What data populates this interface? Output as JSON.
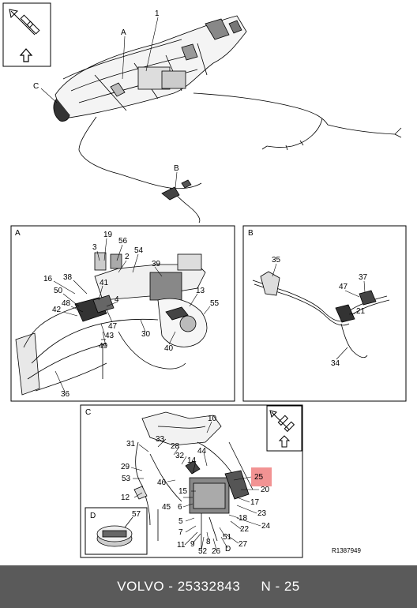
{
  "diagram": {
    "panels": {
      "A": {
        "letter": "A",
        "callouts": [
          "19",
          "56",
          "3",
          "54",
          "2",
          "39",
          "16",
          "38",
          "41",
          "50",
          "4",
          "48",
          "42",
          "13",
          "55",
          "47",
          "43",
          "49",
          "30",
          "40",
          "36"
        ]
      },
      "B": {
        "letter": "B",
        "callouts": [
          "35",
          "47",
          "37",
          "21",
          "34"
        ]
      },
      "C": {
        "letter": "C",
        "callouts": [
          "10",
          "33",
          "31",
          "28",
          "44",
          "32",
          "14",
          "29",
          "53",
          "46",
          "15",
          "25",
          "20",
          "12",
          "45",
          "6",
          "17",
          "23",
          "5",
          "18",
          "22",
          "24",
          "7",
          "51",
          "11",
          "9",
          "8",
          "27",
          "52",
          "26",
          "D"
        ]
      },
      "D": {
        "letter": "D",
        "callouts": [
          "57"
        ]
      }
    },
    "overview_labels": [
      "1",
      "A",
      "C",
      "B"
    ],
    "image_code": "R1387949"
  },
  "footer": {
    "brand": "VOLVO",
    "part_number": "25332843",
    "page": "N - 25"
  },
  "colors": {
    "footer_bg": "#5a5a5a",
    "highlight": "#f08080"
  }
}
